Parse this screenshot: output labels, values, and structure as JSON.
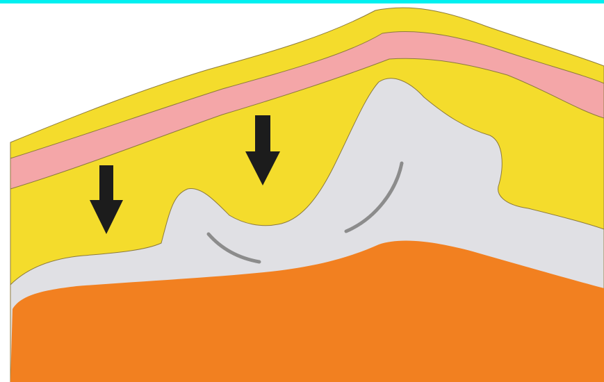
{
  "diagram": {
    "layers": [
      {
        "name": "outer-yellow-layer",
        "color": "#f4dc2c"
      },
      {
        "name": "pink-band",
        "color": "#f4a6a8"
      },
      {
        "name": "inner-yellow-layer",
        "color": "#f4dc2c"
      },
      {
        "name": "grey-mass",
        "color": "#e0e0e4"
      },
      {
        "name": "orange-base",
        "color": "#f28020"
      }
    ],
    "outline_color": "#8c7a3c",
    "top_bar_color": "#00f0f0",
    "arrow_color": "#1c1c1c",
    "arc_color": "#8c8c8c",
    "arrow_count": 2,
    "arrow_direction": "down",
    "arc_count": 2
  }
}
